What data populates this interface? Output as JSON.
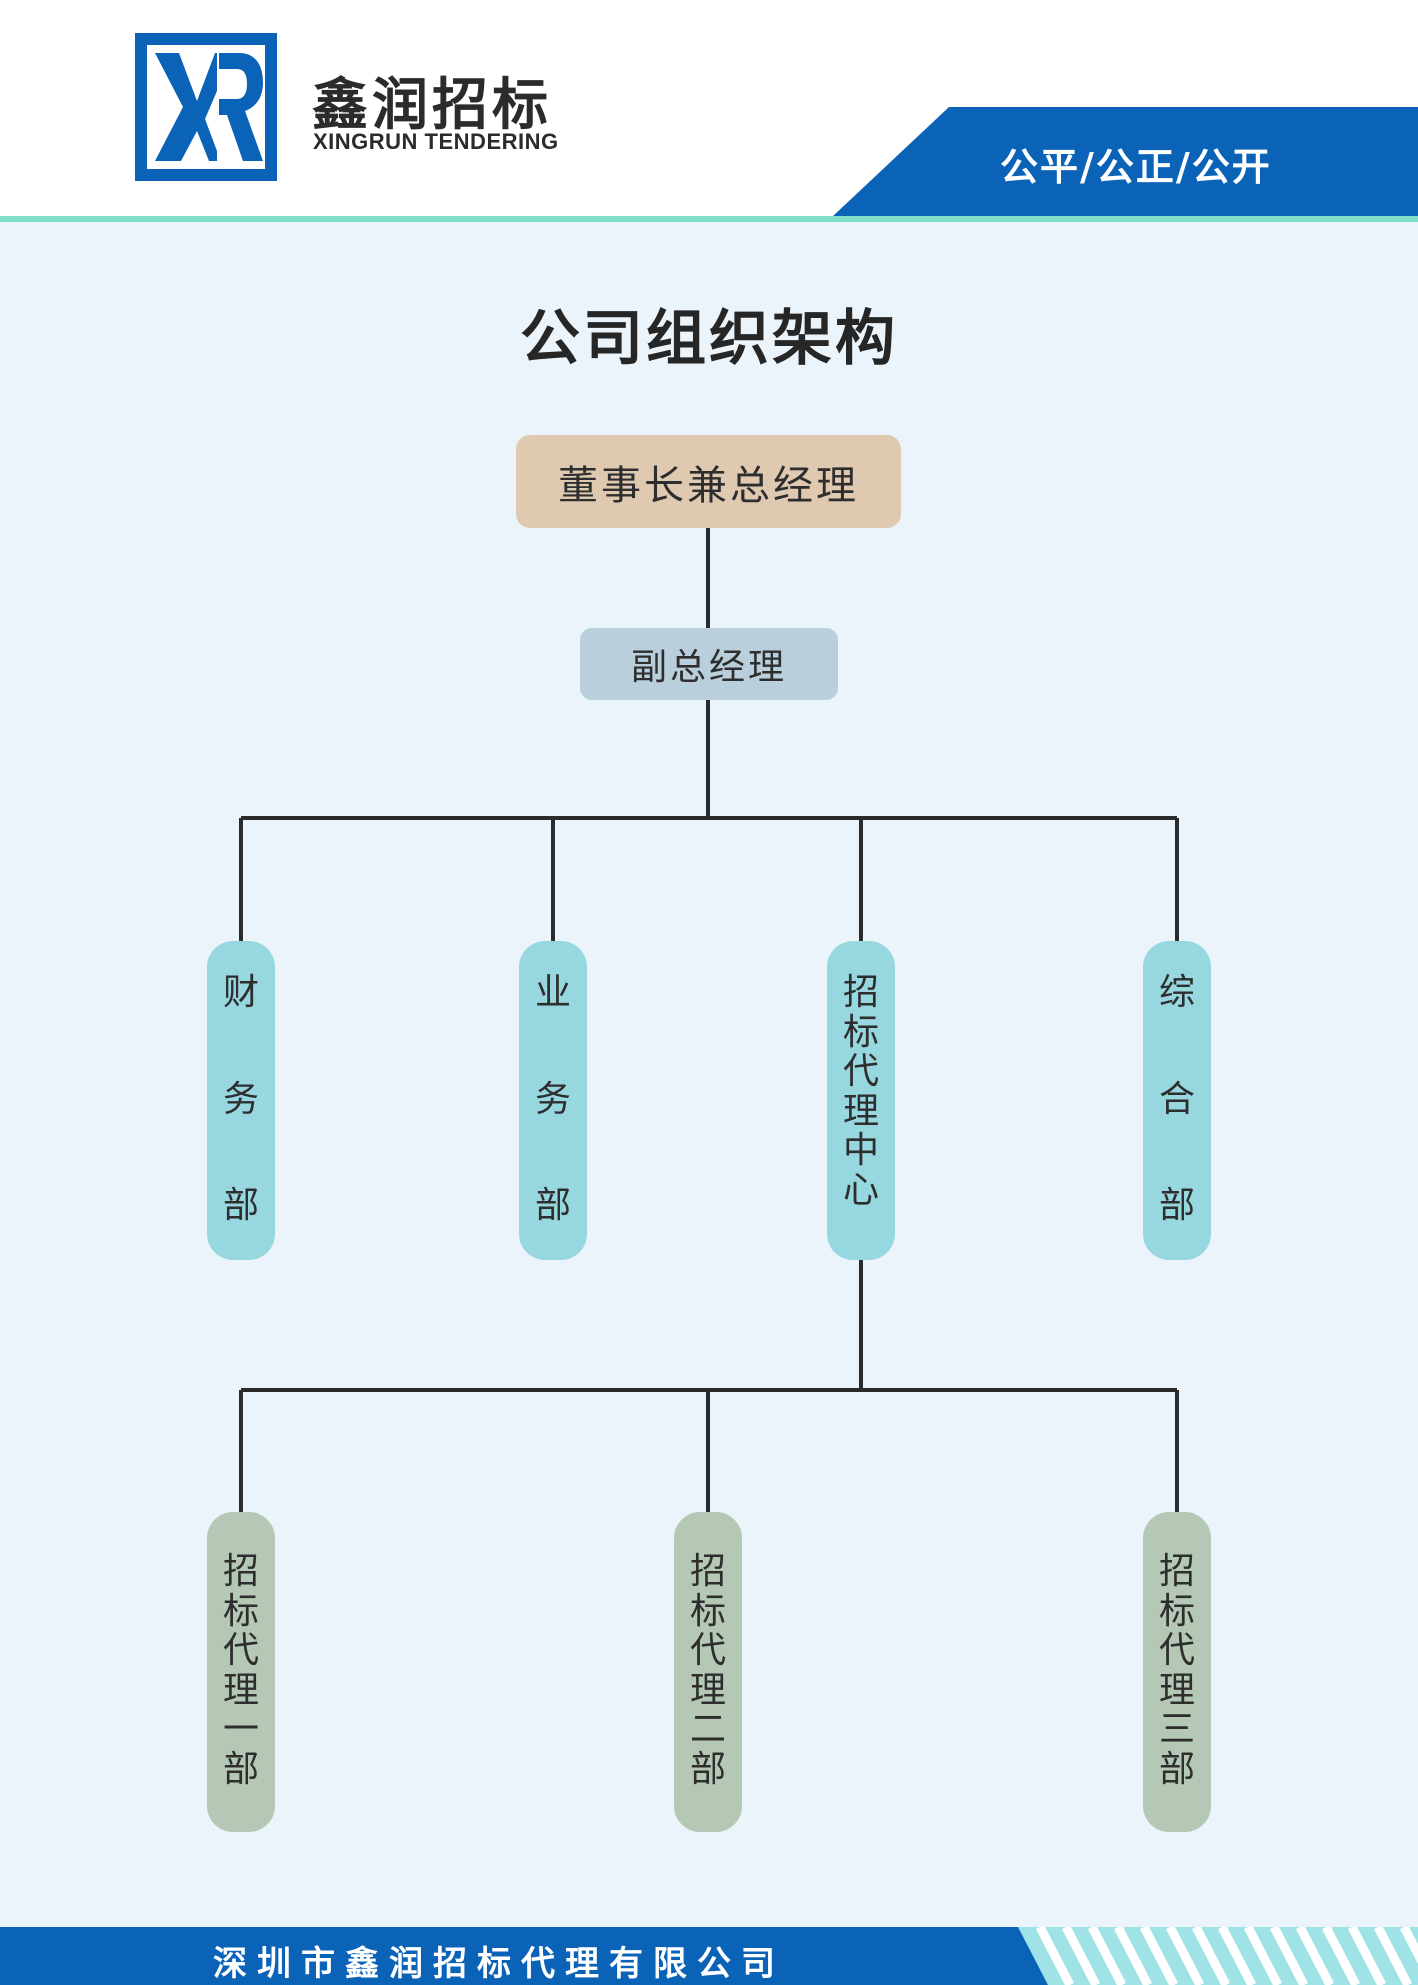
{
  "header": {
    "logo_letters": "XR",
    "brand_name": "鑫润招标",
    "brand_name_en": "XINGRUN TENDERING",
    "slogan": "公平/公正/公开"
  },
  "colors": {
    "brand_blue": "#0b63b8",
    "teal_line": "#7fe0cc",
    "background": "#ecf4fb",
    "chairman_box": "#dfc9b1",
    "vgm_box": "#b9cfdc",
    "dept_box": "#97d7df",
    "sub_dept_box": "#b5c8b5",
    "connector": "#2b2b2b"
  },
  "title": "公司组织架构",
  "org": {
    "chairman": "董事长兼总经理",
    "vice_gm": "副总经理",
    "departments": {
      "finance": [
        "财",
        "务",
        "部"
      ],
      "business": [
        "业",
        "务",
        "部"
      ],
      "tender_center": [
        "招",
        "标",
        "代",
        "理",
        "中",
        "心"
      ],
      "general": [
        "综",
        "合",
        "部"
      ]
    },
    "sub_departments": {
      "first": [
        "招",
        "标",
        "代",
        "理",
        "一",
        "部"
      ],
      "second": [
        "招",
        "标",
        "代",
        "理",
        "二",
        "部"
      ],
      "third": [
        "招",
        "标",
        "代",
        "理",
        "三",
        "部"
      ]
    }
  },
  "footer": {
    "company": "深圳市鑫润招标代理有限公司"
  }
}
